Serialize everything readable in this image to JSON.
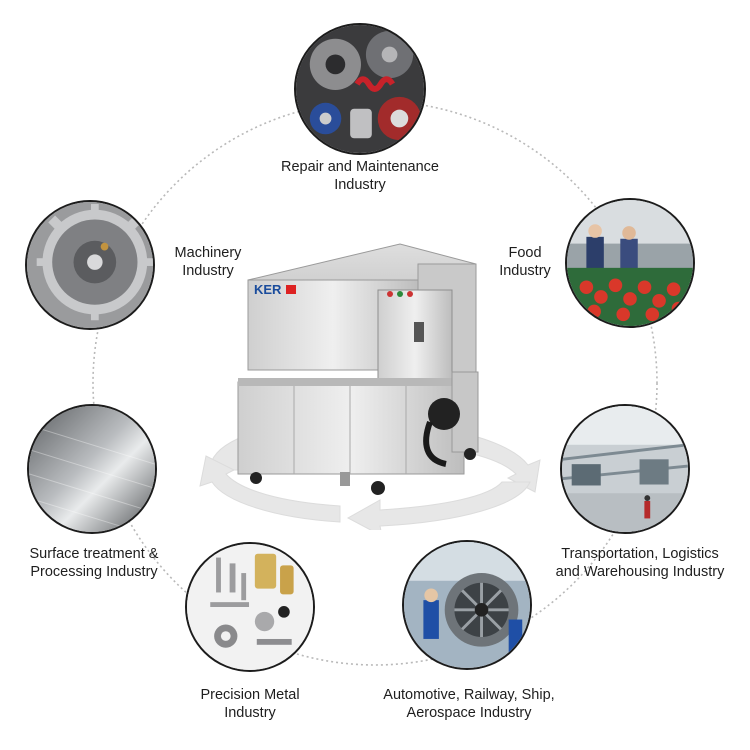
{
  "machine": {
    "brand": "KER"
  },
  "industries": [
    {
      "id": "repair",
      "line1": "Repair and Maintenance",
      "line2": "Industry"
    },
    {
      "id": "food",
      "line1": "Food",
      "line2": "Industry"
    },
    {
      "id": "transport",
      "line1": "Transportation, Logistics",
      "line2": "and Warehousing Industry"
    },
    {
      "id": "automotive",
      "line1": "Automotive, Railway, Ship,",
      "line2": "Aerospace Industry"
    },
    {
      "id": "precision",
      "line1": "Precision Metal",
      "line2": "Industry"
    },
    {
      "id": "surface",
      "line1": "Surface treatment &",
      "line2": "Processing Industry"
    },
    {
      "id": "machinery",
      "line1": "Machinery",
      "line2": "Industry"
    }
  ]
}
